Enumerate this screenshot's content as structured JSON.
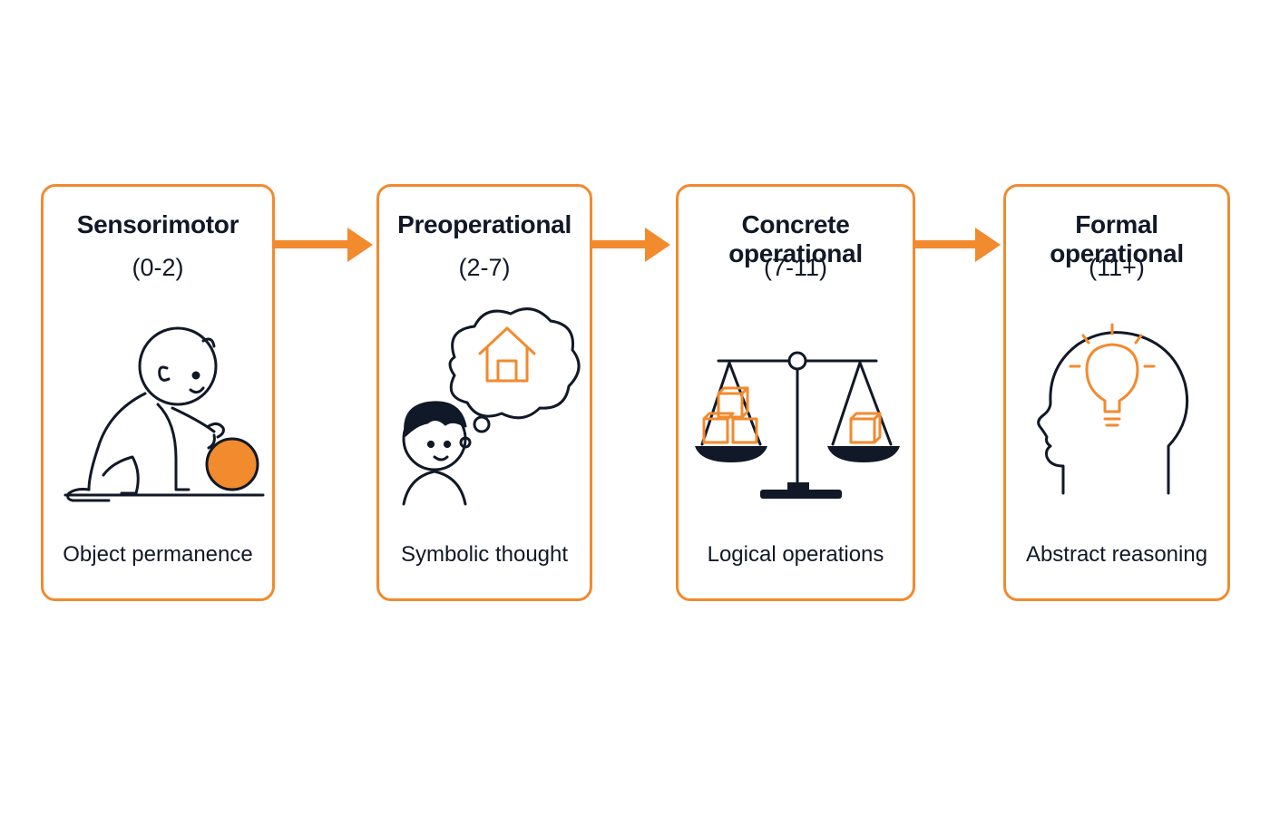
{
  "colors": {
    "accent": "#f28a2e",
    "ink": "#111827"
  },
  "stages": [
    {
      "title": "Sensorimotor",
      "age": "(0-2)",
      "caption": "Object permanence",
      "icon": "crawling-baby-with-ball-icon"
    },
    {
      "title": "Preoperational",
      "age": "(2-7)",
      "caption": "Symbolic thought",
      "icon": "child-thinking-of-house-icon"
    },
    {
      "title": "Concrete operational",
      "age": "(7-11)",
      "caption": "Logical operations",
      "icon": "balance-scale-with-blocks-icon"
    },
    {
      "title": "Formal operational",
      "age": "(11+)",
      "caption": "Abstract reasoning",
      "icon": "head-with-lightbulb-icon"
    }
  ]
}
